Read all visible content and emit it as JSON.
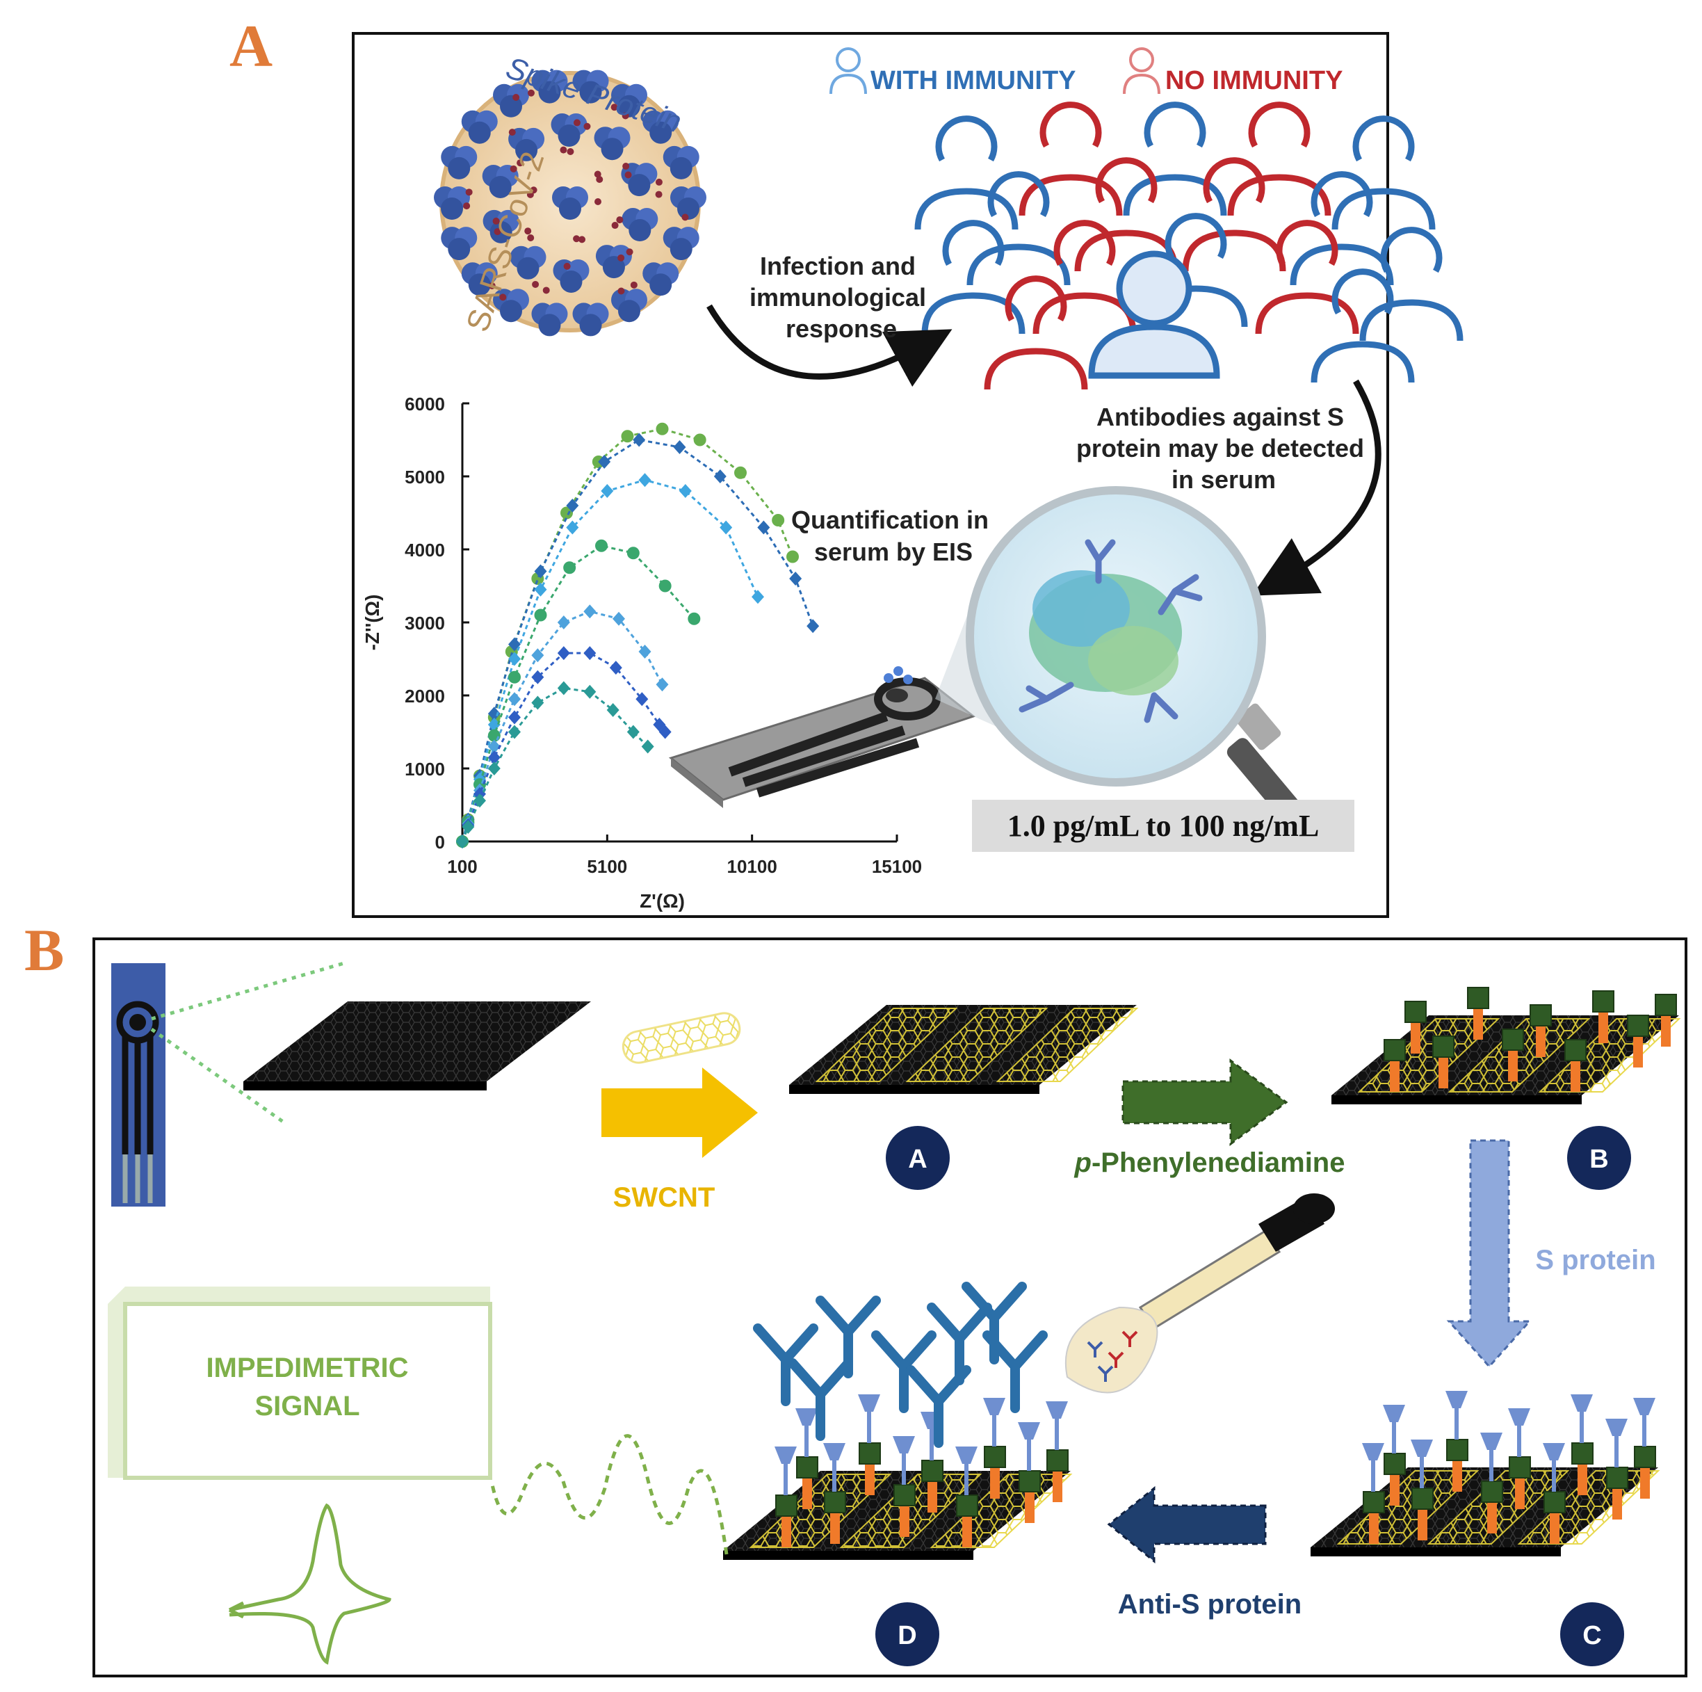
{
  "panel_a": {
    "letter": "A",
    "virus": {
      "spike_label": "Spike Protein",
      "virus_label": "SARS-CoV-2"
    },
    "legend": {
      "with": "WITH IMMUNITY",
      "no": "NO IMMUNITY"
    },
    "infection_text": [
      "Infection and",
      "immunological",
      "response"
    ],
    "antibodies_text": [
      "Antibodies against S",
      "protein may be detected",
      "in serum"
    ],
    "quant_text": [
      "Quantification in",
      "serum by EIS"
    ],
    "range_text": "1.0 pg/mL to 100 ng/mL"
  },
  "chart_data": {
    "type": "scatter",
    "title": "",
    "xlabel": "Z'(Ω)",
    "ylabel": "-Z''(Ω)",
    "xlim": [
      100,
      15100
    ],
    "ylim": [
      0,
      6000
    ],
    "xticks": [
      "100",
      "5100",
      "10100",
      "15100"
    ],
    "yticks": [
      "0",
      "1000",
      "2000",
      "3000",
      "4000",
      "5000",
      "6000"
    ],
    "series": [
      {
        "color": "#6ab04c",
        "marker": "circle",
        "points": [
          [
            100,
            0
          ],
          [
            300,
            300
          ],
          [
            700,
            900
          ],
          [
            1200,
            1700
          ],
          [
            1800,
            2600
          ],
          [
            2700,
            3600
          ],
          [
            3700,
            4500
          ],
          [
            4800,
            5200
          ],
          [
            5800,
            5550
          ],
          [
            7000,
            5650
          ],
          [
            8300,
            5500
          ],
          [
            9700,
            5050
          ],
          [
            11000,
            4400
          ],
          [
            11500,
            3900
          ]
        ]
      },
      {
        "color": "#2c6cb5",
        "marker": "diamond",
        "points": [
          [
            100,
            0
          ],
          [
            300,
            300
          ],
          [
            700,
            900
          ],
          [
            1200,
            1750
          ],
          [
            1900,
            2700
          ],
          [
            2800,
            3700
          ],
          [
            3900,
            4600
          ],
          [
            5000,
            5200
          ],
          [
            6200,
            5500
          ],
          [
            7600,
            5400
          ],
          [
            9000,
            5000
          ],
          [
            10500,
            4300
          ],
          [
            11600,
            3600
          ],
          [
            12200,
            2950
          ]
        ]
      },
      {
        "color": "#3ea6e0",
        "marker": "diamond",
        "points": [
          [
            100,
            0
          ],
          [
            300,
            280
          ],
          [
            700,
            850
          ],
          [
            1200,
            1600
          ],
          [
            1900,
            2500
          ],
          [
            2800,
            3450
          ],
          [
            3900,
            4300
          ],
          [
            5100,
            4800
          ],
          [
            6400,
            4950
          ],
          [
            7800,
            4800
          ],
          [
            9200,
            4300
          ],
          [
            10300,
            3350
          ]
        ]
      },
      {
        "color": "#3aa76d",
        "marker": "circle",
        "points": [
          [
            100,
            0
          ],
          [
            300,
            260
          ],
          [
            700,
            780
          ],
          [
            1200,
            1450
          ],
          [
            1900,
            2250
          ],
          [
            2800,
            3100
          ],
          [
            3800,
            3750
          ],
          [
            4900,
            4050
          ],
          [
            6000,
            3950
          ],
          [
            7100,
            3500
          ],
          [
            8100,
            3050
          ]
        ]
      },
      {
        "color": "#4ea2dc",
        "marker": "diamond",
        "points": [
          [
            100,
            0
          ],
          [
            300,
            240
          ],
          [
            700,
            700
          ],
          [
            1200,
            1300
          ],
          [
            1900,
            1950
          ],
          [
            2700,
            2550
          ],
          [
            3600,
            3000
          ],
          [
            4500,
            3150
          ],
          [
            5500,
            3050
          ],
          [
            6400,
            2600
          ],
          [
            7000,
            2150
          ]
        ]
      },
      {
        "color": "#2f5ec4",
        "marker": "diamond",
        "points": [
          [
            100,
            0
          ],
          [
            300,
            220
          ],
          [
            700,
            650
          ],
          [
            1200,
            1150
          ],
          [
            1900,
            1700
          ],
          [
            2700,
            2250
          ],
          [
            3600,
            2580
          ],
          [
            4500,
            2580
          ],
          [
            5400,
            2380
          ],
          [
            6300,
            1950
          ],
          [
            6900,
            1600
          ],
          [
            7100,
            1500
          ]
        ]
      },
      {
        "color": "#2a9a96",
        "marker": "diamond",
        "points": [
          [
            100,
            0
          ],
          [
            300,
            200
          ],
          [
            700,
            560
          ],
          [
            1200,
            1000
          ],
          [
            1900,
            1500
          ],
          [
            2700,
            1900
          ],
          [
            3600,
            2100
          ],
          [
            4500,
            2050
          ],
          [
            5300,
            1800
          ],
          [
            6000,
            1500
          ],
          [
            6500,
            1300
          ]
        ]
      }
    ]
  },
  "panel_b": {
    "letter": "B",
    "swcnt_label": "SWCNT",
    "ppd_prefix": "p",
    "ppd_label": "-Phenylenediamine",
    "sprotein_label": "S protein",
    "anti_label": "Anti-S protein",
    "signal_line1": "IMPEDIMETRIC",
    "signal_line2": "SIGNAL",
    "steps": [
      "A",
      "B",
      "C",
      "D"
    ]
  },
  "colors": {
    "letter": "#e07b39",
    "with_immunity": "#2f6fb5",
    "no_immunity": "#c0282d",
    "swcnt": "#f5c000",
    "ppd": "#3f6e2a",
    "sprotein": "#8fa9dc",
    "anti": "#1f3f6e",
    "signal": "#7fb04a",
    "step_circle": "#14285a"
  }
}
